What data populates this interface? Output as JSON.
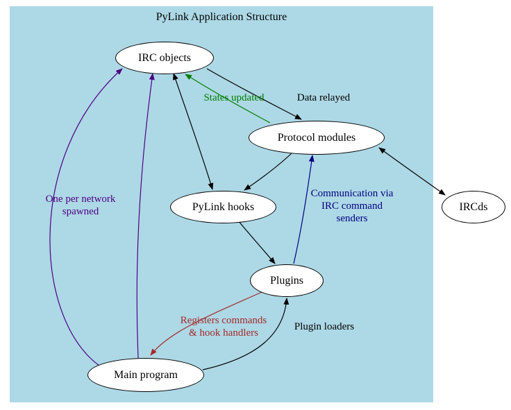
{
  "title": "PyLink Application Structure",
  "colors": {
    "background": "#ADD8E6",
    "node_fill": "#FFFFFF",
    "node_border": "#000000"
  },
  "nodes": {
    "irc_objects": {
      "label": "IRC objects"
    },
    "protocol_modules": {
      "label": "Protocol modules"
    },
    "pylink_hooks": {
      "label": "PyLink hooks"
    },
    "plugins": {
      "label": "Plugins"
    },
    "main_program": {
      "label": "Main program"
    },
    "ircds": {
      "label": "IRCds"
    }
  },
  "edges": {
    "data_relayed": {
      "from": "IRC objects",
      "to": "Protocol modules",
      "label": "Data relayed",
      "color": "#000000"
    },
    "states_updated": {
      "from": "Protocol modules",
      "to": "IRC objects",
      "label": "States updated",
      "color": "#008000"
    },
    "one_per_network_outer": {
      "from": "Main program",
      "to": "IRC objects",
      "label": "One per network\nspawned",
      "color": "#4B0082"
    },
    "one_per_network_inner": {
      "from": "Main program",
      "to": "IRC objects",
      "label": "",
      "color": "#4B0082"
    },
    "irc_hooks": {
      "from": "IRC objects",
      "to": "PyLink hooks",
      "label": "",
      "color": "#000000",
      "bidirectional": true
    },
    "protocol_hooks": {
      "from": "Protocol modules",
      "to": "PyLink hooks",
      "label": "",
      "color": "#000000"
    },
    "hooks_plugins": {
      "from": "PyLink hooks",
      "to": "Plugins",
      "label": "",
      "color": "#000000"
    },
    "communication": {
      "from": "Plugins",
      "to": "Protocol modules",
      "label": "Communication via\nIRC command\nsenders",
      "color": "#000080"
    },
    "protocol_ircds": {
      "from": "Protocol modules",
      "to": "IRCds",
      "label": "",
      "color": "#000000",
      "bidirectional": true
    },
    "registers_commands": {
      "from": "Plugins",
      "to": "Main program",
      "label": "Registers commands\n& hook handlers",
      "color": "#A52A2A"
    },
    "plugin_loaders": {
      "from": "Main program",
      "to": "Plugins",
      "label": "Plugin loaders",
      "color": "#000000"
    }
  }
}
